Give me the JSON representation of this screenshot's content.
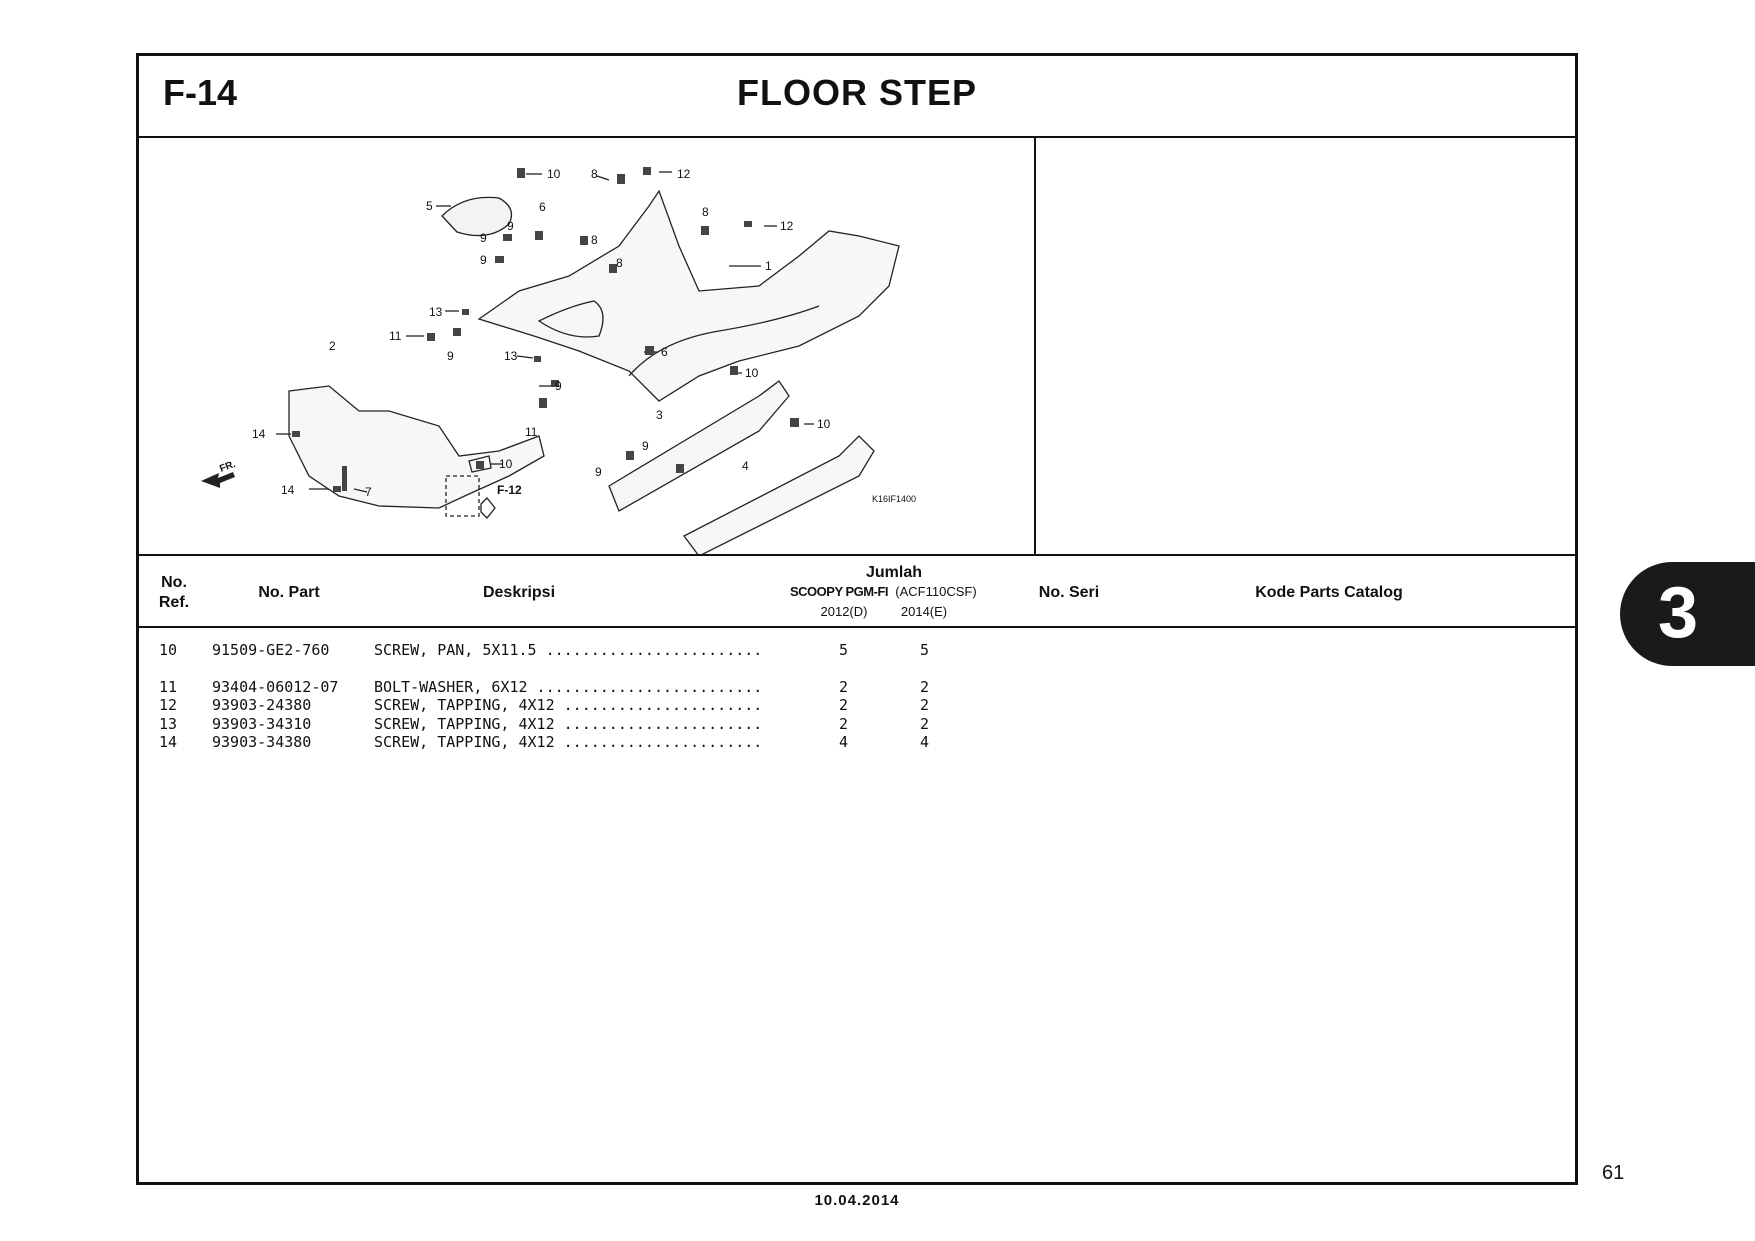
{
  "header": {
    "code": "F-14",
    "title": "FLOOR STEP"
  },
  "diagram": {
    "callouts": [
      "10",
      "8",
      "12",
      "5",
      "6",
      "8",
      "12",
      "9",
      "9",
      "8",
      "9",
      "8",
      "1",
      "13",
      "11",
      "6",
      "2",
      "9",
      "13",
      "9",
      "10",
      "3",
      "10",
      "14",
      "11",
      "9",
      "9",
      "10",
      "4",
      "14",
      "7",
      "F-12",
      "FR."
    ],
    "drawing_code": "K16IF1400"
  },
  "table": {
    "headers": {
      "no_ref_1": "No.",
      "no_ref_2": "Ref.",
      "no_part": "No. Part",
      "deskripsi": "Deskripsi",
      "jumlah": "Jumlah",
      "model_bold": "SCOOPY PGM-FI",
      "model_code": "(ACF110CSF)",
      "year1": "2012(D)",
      "year2": "2014(E)",
      "no_seri": "No. Seri",
      "kode": "Kode Parts Catalog"
    },
    "rows": [
      {
        "ref": "10",
        "part": "91509-GE2-760",
        "desc": "SCREW, PAN, 5X11.5 ........................",
        "q1": "5",
        "q2": "5"
      },
      {
        "ref": "11",
        "part": "93404-06012-07",
        "desc": "BOLT-WASHER, 6X12 .........................",
        "q1": "2",
        "q2": "2"
      },
      {
        "ref": "12",
        "part": "93903-24380",
        "desc": "SCREW, TAPPING, 4X12 ......................",
        "q1": "2",
        "q2": "2"
      },
      {
        "ref": "13",
        "part": "93903-34310",
        "desc": "SCREW, TAPPING, 4X12 ......................",
        "q1": "2",
        "q2": "2"
      },
      {
        "ref": "14",
        "part": "93903-34380",
        "desc": "SCREW, TAPPING, 4X12 ......................",
        "q1": "4",
        "q2": "4"
      }
    ]
  },
  "tab": {
    "section": "3"
  },
  "footer": {
    "page": "61",
    "date": "10.04.2014"
  }
}
